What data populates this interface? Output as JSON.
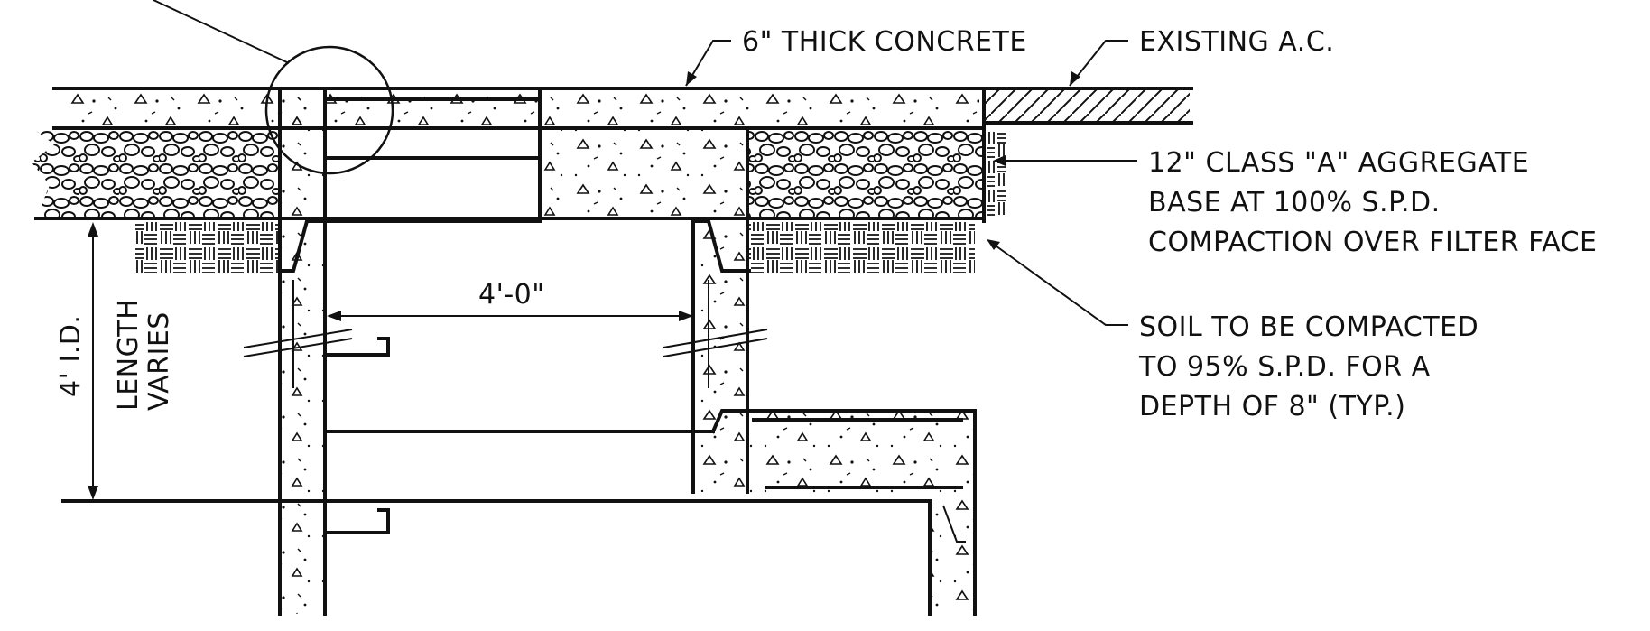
{
  "labels": {
    "concrete": "6\" THICK CONCRETE",
    "existing_ac": "EXISTING A.C.",
    "aggregate_1": "12\" CLASS \"A\" AGGREGATE",
    "aggregate_2": "BASE AT 100% S.P.D.",
    "aggregate_3": "COMPACTION OVER FILTER FACE",
    "soil_1": "SOIL TO BE COMPACTED",
    "soil_2": "TO 95% S.P.D. FOR A",
    "soil_3": "DEPTH OF 8\" (TYP.)",
    "width_dim": "4'-0\"",
    "id_dim": "4' I.D.",
    "length_1": "LENGTH",
    "length_2": "VARIES"
  },
  "colors": {
    "ink": "#111111",
    "paper": "#ffffff"
  }
}
